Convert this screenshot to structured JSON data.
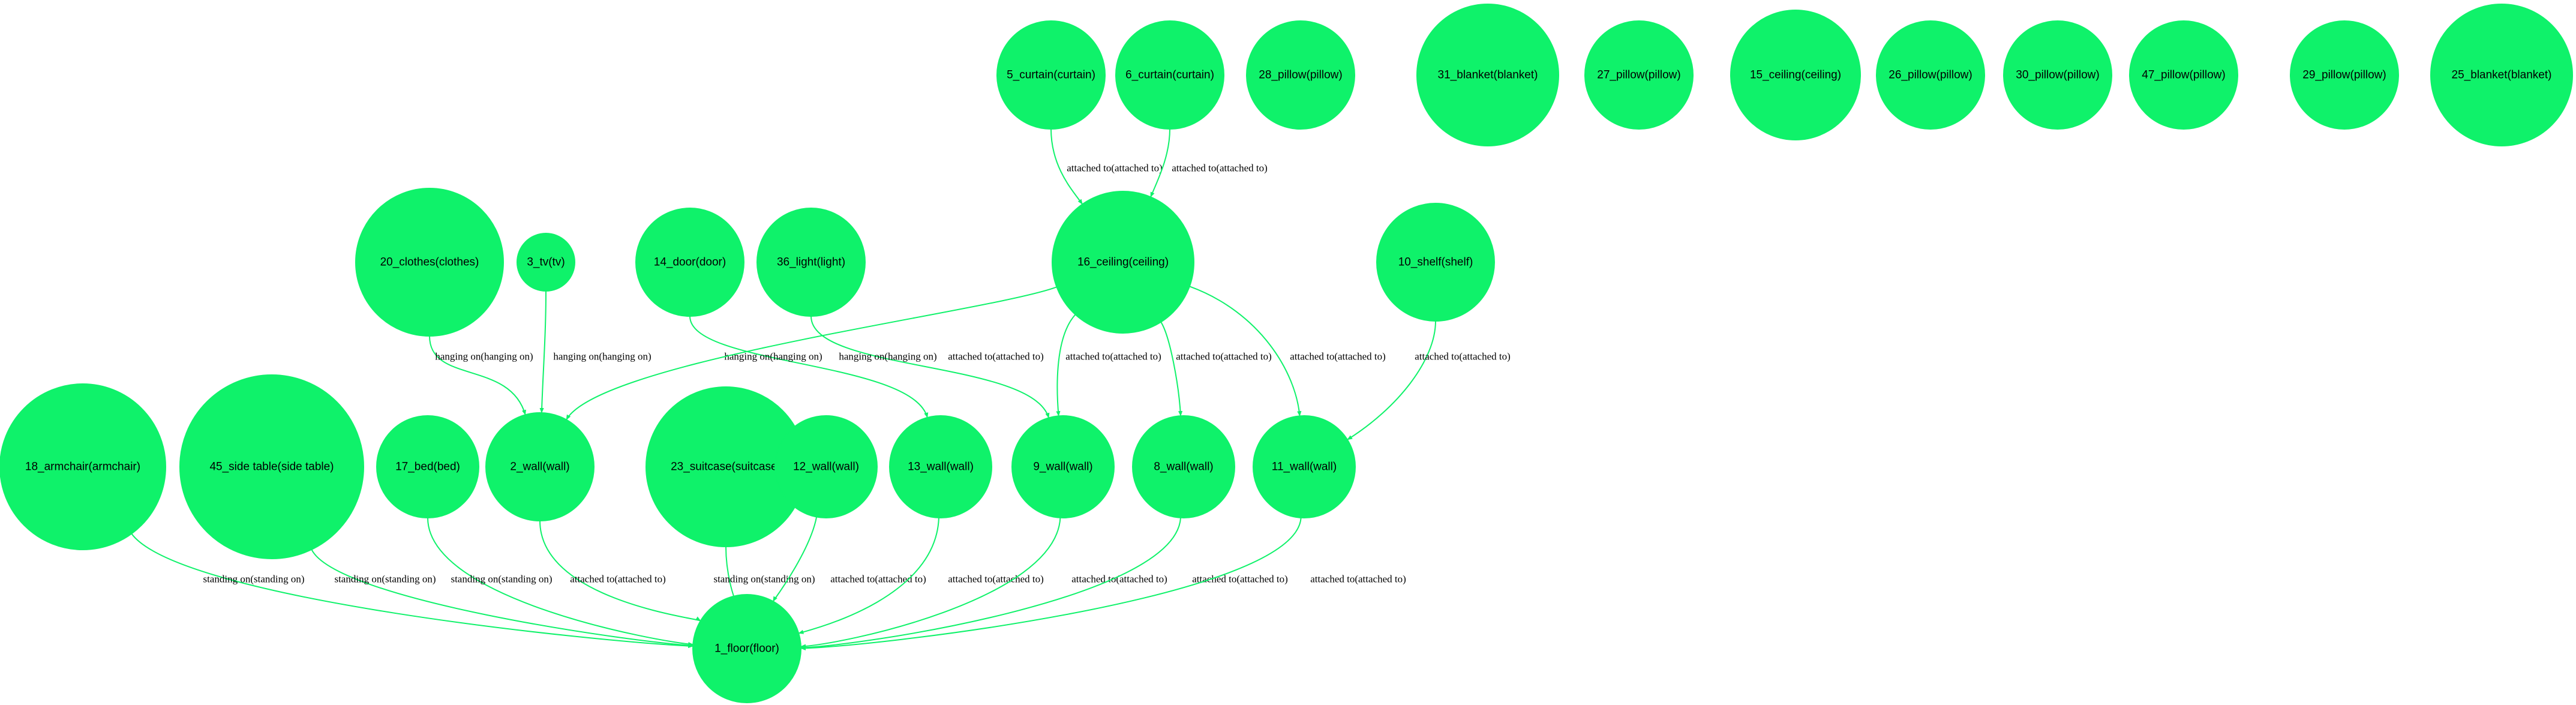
{
  "colors": {
    "node_fill": "#0ff26a",
    "edge": "#0ff26a",
    "text": "#000000",
    "background": "#ffffff"
  },
  "nodes": [
    {
      "id": "n5",
      "label": "5_curtain(curtain)"
    },
    {
      "id": "n6",
      "label": "6_curtain(curtain)"
    },
    {
      "id": "n28",
      "label": "28_pillow(pillow)"
    },
    {
      "id": "n31",
      "label": "31_blanket(blanket)"
    },
    {
      "id": "n27",
      "label": "27_pillow(pillow)"
    },
    {
      "id": "n15",
      "label": "15_ceiling(ceiling)"
    },
    {
      "id": "n26",
      "label": "26_pillow(pillow)"
    },
    {
      "id": "n30",
      "label": "30_pillow(pillow)"
    },
    {
      "id": "n47",
      "label": "47_pillow(pillow)"
    },
    {
      "id": "n29",
      "label": "29_pillow(pillow)"
    },
    {
      "id": "n25",
      "label": "25_blanket(blanket)"
    },
    {
      "id": "n20",
      "label": "20_clothes(clothes)"
    },
    {
      "id": "n3",
      "label": "3_tv(tv)"
    },
    {
      "id": "n14",
      "label": "14_door(door)"
    },
    {
      "id": "n36",
      "label": "36_light(light)"
    },
    {
      "id": "n16",
      "label": "16_ceiling(ceiling)"
    },
    {
      "id": "n10",
      "label": "10_shelf(shelf)"
    },
    {
      "id": "n18",
      "label": "18_armchair(armchair)"
    },
    {
      "id": "n45",
      "label": "45_side table(side table)"
    },
    {
      "id": "n17",
      "label": "17_bed(bed)"
    },
    {
      "id": "n2",
      "label": "2_wall(wall)"
    },
    {
      "id": "n23",
      "label": "23_suitcase(suitcase)"
    },
    {
      "id": "n12",
      "label": "12_wall(wall)"
    },
    {
      "id": "n13",
      "label": "13_wall(wall)"
    },
    {
      "id": "n9",
      "label": "9_wall(wall)"
    },
    {
      "id": "n8",
      "label": "8_wall(wall)"
    },
    {
      "id": "n11",
      "label": "11_wall(wall)"
    },
    {
      "id": "n1",
      "label": "1_floor(floor)"
    }
  ],
  "edges": [
    {
      "from": "n5",
      "to": "n16",
      "label": "attached to(attached to)"
    },
    {
      "from": "n6",
      "to": "n16",
      "label": "attached to(attached to)"
    },
    {
      "from": "n20",
      "to": "n2",
      "label": "hanging on(hanging on)"
    },
    {
      "from": "n3",
      "to": "n2",
      "label": "hanging on(hanging on)"
    },
    {
      "from": "n14",
      "to": "n13",
      "label": "hanging on(hanging on)"
    },
    {
      "from": "n36",
      "to": "n9",
      "label": "hanging on(hanging on)"
    },
    {
      "from": "n16",
      "to": "n2",
      "label": "attached to(attached to)"
    },
    {
      "from": "n16",
      "to": "n9",
      "label": "attached to(attached to)"
    },
    {
      "from": "n16",
      "to": "n8",
      "label": "attached to(attached to)"
    },
    {
      "from": "n16",
      "to": "n11",
      "label": "attached to(attached to)"
    },
    {
      "from": "n10",
      "to": "n11",
      "label": "attached to(attached to)"
    },
    {
      "from": "n18",
      "to": "n1",
      "label": "standing on(standing on)"
    },
    {
      "from": "n45",
      "to": "n1",
      "label": "standing on(standing on)"
    },
    {
      "from": "n17",
      "to": "n1",
      "label": "standing on(standing on)"
    },
    {
      "from": "n2",
      "to": "n1",
      "label": "attached to(attached to)"
    },
    {
      "from": "n23",
      "to": "n1",
      "label": "standing on(standing on)"
    },
    {
      "from": "n12",
      "to": "n1",
      "label": "attached to(attached to)"
    },
    {
      "from": "n13",
      "to": "n1",
      "label": "attached to(attached to)"
    },
    {
      "from": "n9",
      "to": "n1",
      "label": "attached to(attached to)"
    },
    {
      "from": "n8",
      "to": "n1",
      "label": "attached to(attached to)"
    },
    {
      "from": "n11",
      "to": "n1",
      "label": "attached to(attached to)"
    }
  ]
}
